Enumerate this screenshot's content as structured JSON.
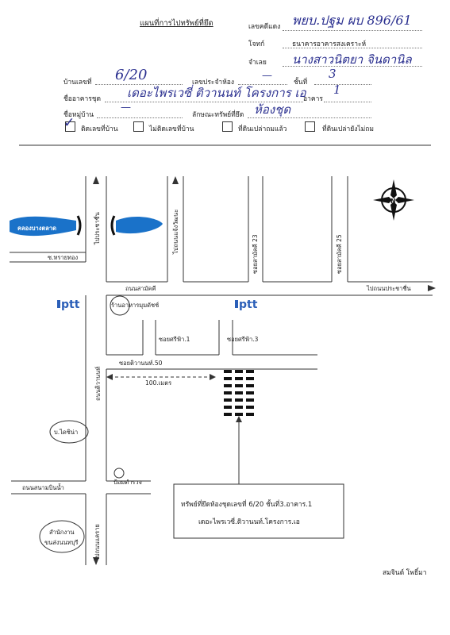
{
  "header": {
    "title": "แผนที่การไปทรัพย์ที่ยึด",
    "case_no_label": "เลขคดีแดง",
    "case_no_value": "พยบ.ปฐม ผบ 896/61",
    "plaintiff_label": "โจทก์",
    "plaintiff_value": "ธนาคารอาคารสงเคราะห์",
    "defendant_label": "จำเลย",
    "defendant_value": "นางสาวนิตยา จินดานิล"
  },
  "form": {
    "house_no_label": "บ้านเลขที่",
    "house_no_value": "6/20",
    "room_label": "เลขประจำห้อง",
    "room_value": "—",
    "floor_label": "ชั้นที่",
    "floor_value": "3",
    "condo_label": "ชื่ออาคารชุด",
    "condo_value": "เดอะไพรเวซี่ ติวานนท์ โครงการ เอ",
    "building_label": "อาคาร",
    "building_value": "1",
    "village_label": "ชื่อหมู่บ้าน",
    "village_value": "—",
    "property_type_label": "ลักษณะทรัพย์ที่ยึด",
    "property_type_value": "ห้องชุด"
  },
  "checkboxes": [
    {
      "label": "ติดเลขที่บ้าน",
      "checked": true
    },
    {
      "label": "ไม่ติดเลขที่บ้าน",
      "checked": false
    },
    {
      "label": "ที่ดินเปล่าถมแล้ว",
      "checked": false
    },
    {
      "label": "ที่ดินเปล่ายังไม่ถม",
      "checked": false
    }
  ],
  "map": {
    "canal": "คลองบางตลาด",
    "road_prachachuen_left": "ไปประชาชื่น",
    "road_chaengwattana": "ไปถนนแจ้งวัฒนะ",
    "soi_sanambinnam_23": "ซอยสามัคคี 23",
    "soi_sanambinnam_25": "ซอยสามัคคี 25",
    "road_samakkhi": "ถนนสามัคคี",
    "road_prachachuen_right": "ไปถนนประชาชื่น",
    "soi_raithong": "ซ.ทรายทอง",
    "ptt_1": "ptt",
    "ptt_2": "ptt",
    "shop": "ร้านอาหารมุมดัชช์",
    "soi_sirifa_1": "ซอยศรีฟ้า.1",
    "soi_sirifa_3": "ซอยศรีฟ้า.3",
    "soi_tiwanon_50": "ซอยติวานนท์.50",
    "distance": "100.เมตร",
    "road_tiwanon": "ถนนติวานนท์",
    "landmark_bank": "บ.ไดซิน่า",
    "police_box": "ป้อมตำรวจ",
    "road_sanambinnam": "ถนนสนามบินน้ำ",
    "office": [
      "สำนักงาน",
      "ขนส่งนนทบุรี"
    ],
    "road_khae_rai": "ไปถนนแคราย",
    "compass": "N",
    "callout_line1": "ทรัพย์ที่ยึดห้องชุดเลขที่ 6/20 ชั้นที่3.อาคาร.1",
    "callout_line2": "เดอะไพรเวซี่.ติวานนท์.โครงการ.เอ"
  },
  "signature": "สมจินต์ โพธิ์มา",
  "colors": {
    "canal": "#1a72c9",
    "ptt": "#2b5fb8",
    "handwriting": "#2a2f8f"
  }
}
